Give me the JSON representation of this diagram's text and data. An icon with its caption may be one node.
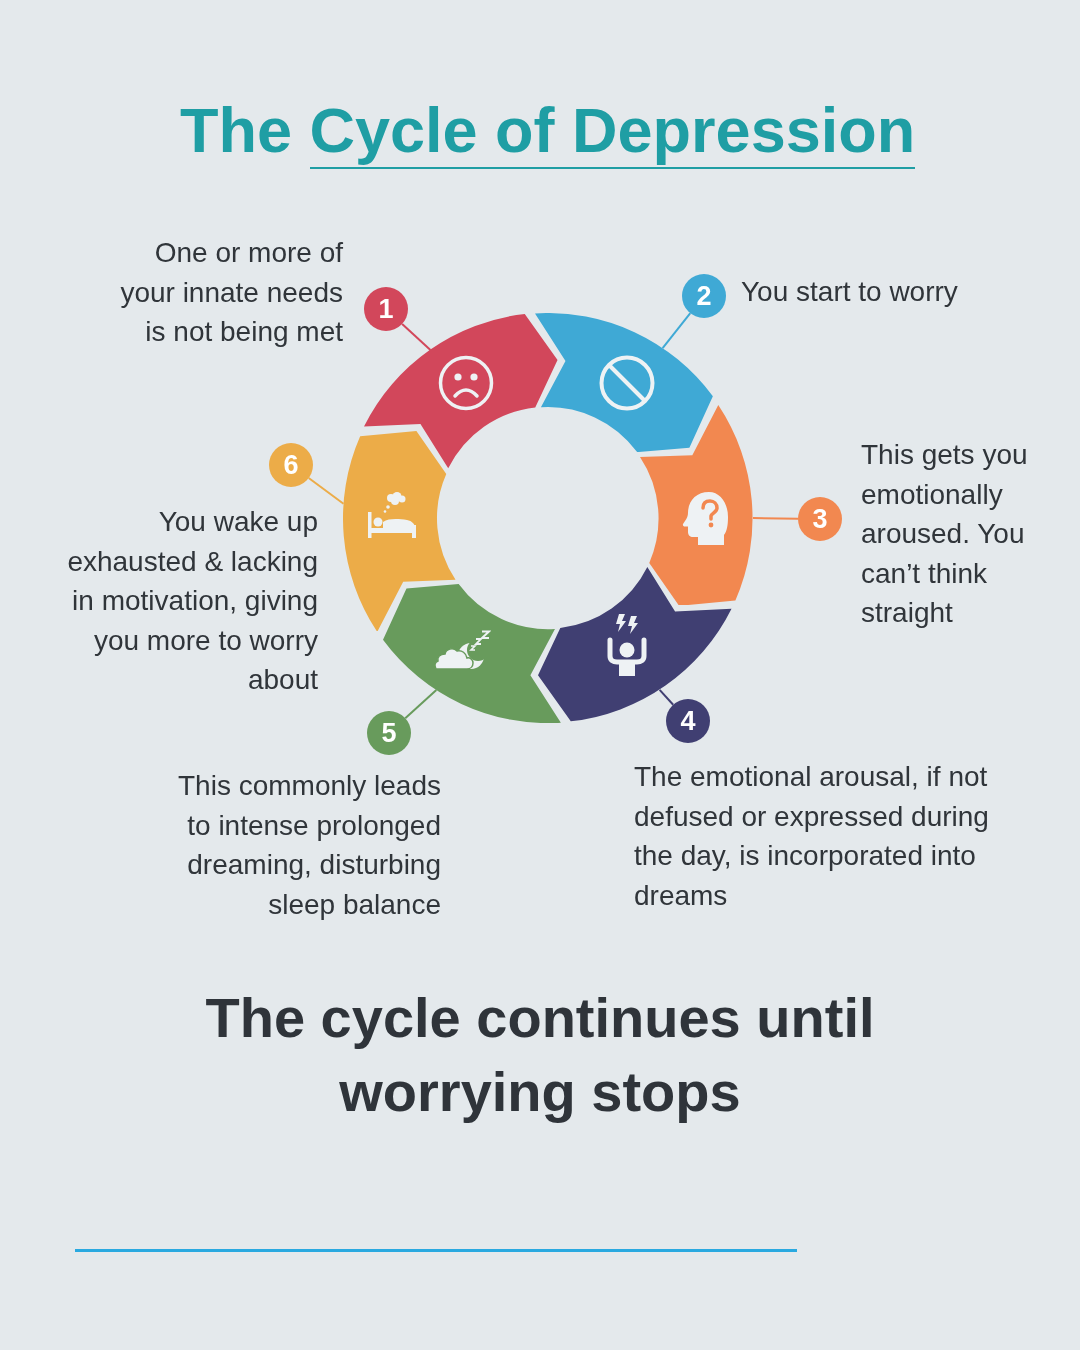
{
  "diagram": {
    "title": "The Cycle of Depression",
    "nodes": [
      {
        "text": [
          "1"
        ],
        "beside": [
          "One or more of your innate needs is not being met"
        ]
      },
      {
        "text": [
          "2"
        ],
        "beside": [
          "You start to worry"
        ]
      },
      {
        "text": [
          "3"
        ],
        "beside": [
          "This gets you emotionally aroused. You can’t think straight"
        ]
      },
      {
        "text": [
          "4"
        ],
        "beside": [
          "The emotional arousal, if not defused or expressed during the day, is incorporated into dreams"
        ]
      },
      {
        "text": [
          "5"
        ],
        "beside": [
          "This commonly leads to intense prolonged dreaming, disturbing sleep balance"
        ]
      },
      {
        "text": [
          "6"
        ],
        "beside": [
          "You wake up exhausted & lacking in motivation, giving you more to worry about"
        ]
      },
      {
        "text": [],
        "shape": "arrow"
      },
      {
        "text": [],
        "shape": "arrow"
      },
      {
        "text": [],
        "shape": "arrow"
      },
      {
        "text": [],
        "shape": "arrow"
      },
      {
        "text": [],
        "shape": "arrow"
      },
      {
        "text": [],
        "shape": "arrow"
      }
    ],
    "edges": [
      {
        "from": 0,
        "to": 6,
        "arrow": "none",
        "color": "#d2475b"
      },
      {
        "from": 1,
        "to": 7,
        "arrow": "none",
        "color": "#3fa9d5"
      },
      {
        "from": 2,
        "to": 8,
        "arrow": "none",
        "color": "#f28850"
      },
      {
        "from": 3,
        "to": 9,
        "arrow": "none",
        "color": "#403f72"
      },
      {
        "from": 4,
        "to": 10,
        "arrow": "none",
        "color": "#689b5c"
      },
      {
        "from": 5,
        "to": 11,
        "arrow": "none",
        "color": "#ecac48"
      }
    ],
    "caption": "The cycle continues until worrying stops"
  }
}
